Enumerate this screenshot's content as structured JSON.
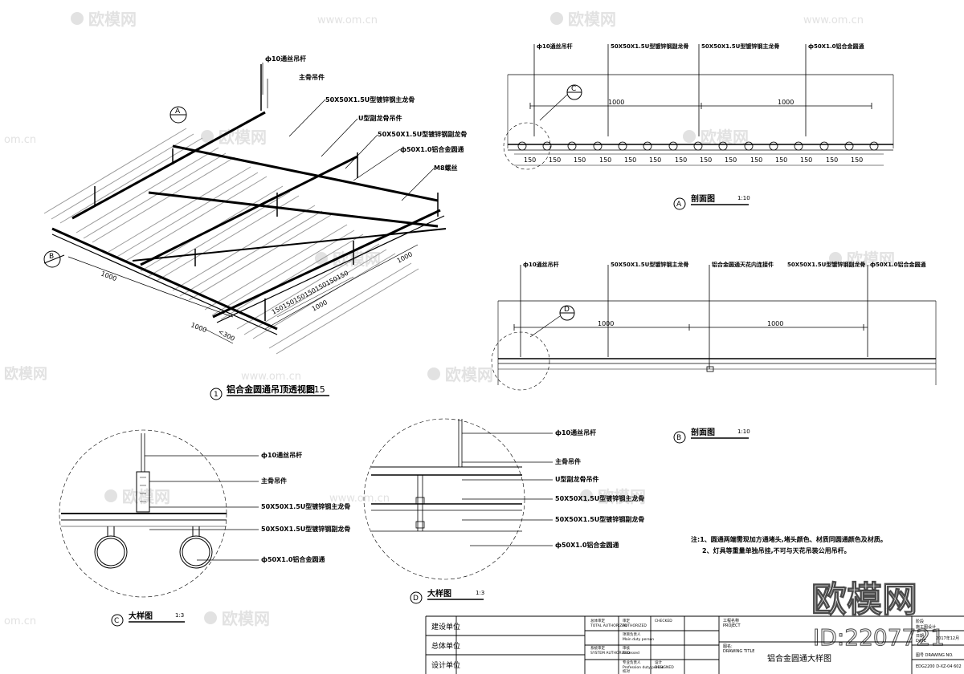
{
  "watermark": {
    "brand": "欧模网",
    "site": "www.om.cn",
    "site_short": "om.cn",
    "big_brand": "欧模网",
    "id_label": "ID:2207721"
  },
  "iso_view": {
    "labels": [
      "ф10通丝吊杆",
      "主骨吊件",
      "50X50X1.5U型镀锌钢主龙骨",
      "U型副龙骨吊件",
      "50X50X1.5U型镀锌钢副龙骨",
      "ф50X1.0铝合金圆通",
      "M8螺丝"
    ],
    "dims": [
      "1000",
      "1000",
      "1000",
      "1000",
      "<300"
    ],
    "spacing_label": "150150150150150150150",
    "section_A": "A",
    "section_B": "B",
    "title": "铝合金圆通吊顶透视图",
    "scale": "1:15",
    "number": "1"
  },
  "section_a": {
    "labels": [
      "ф10通丝吊杆",
      "50X50X1.5U型镀锌钢副龙骨",
      "50X50X1.5U型镀锌钢主龙骨",
      "ф50X1.0铝合金圆通"
    ],
    "dims_top": [
      "1000",
      "1000"
    ],
    "dims_bottom": [
      "150",
      "150",
      "150",
      "150",
      "150",
      "150",
      "150",
      "150",
      "150",
      "150",
      "150",
      "150",
      "150",
      "150"
    ],
    "detail_mark": "C",
    "title": "剖面图",
    "scale": "1:10",
    "letter": "A"
  },
  "section_b": {
    "labels": [
      "ф10通丝吊杆",
      "50X50X1.5U型镀锌钢主龙骨",
      "铝合金圆通天花内连接件",
      "50X50X1.5U型镀锌钢副龙骨",
      "ф50X1.0铝合金圆通"
    ],
    "dims_top": [
      "1000",
      "1000"
    ],
    "detail_mark": "D",
    "title": "剖面图",
    "scale": "1:10",
    "letter": "B"
  },
  "detail_c": {
    "labels": [
      "ф10通丝吊杆",
      "主骨吊件",
      "50X50X1.5U型镀锌钢主龙骨",
      "50X50X1.5U型镀锌钢副龙骨",
      "ф50X1.0铝合金圆通"
    ],
    "title": "大样图",
    "scale": "1:3",
    "letter": "C"
  },
  "detail_d": {
    "labels": [
      "ф10通丝吊杆",
      "主骨吊件",
      "U型副龙骨吊件",
      "50X50X1.5U型镀锌钢主龙骨",
      "50X50X1.5U型镀锌钢副龙骨",
      "ф50X1.0铝合金圆通"
    ],
    "title": "大样图",
    "scale": "1:3",
    "letter": "D"
  },
  "notes": [
    "注:1、圆通两端需现加方通堵头,堵头颜色、材质同圆通颜色及材质。",
    "2、灯具等重量单独吊挂,不可与天花吊装公用吊杆。"
  ],
  "title_block": {
    "row_labels": [
      "建设单位",
      "总体单位",
      "设计单位"
    ],
    "cells": [
      "总体审定",
      "TOTAL AUTHORIZED",
      "审定",
      "AUTHORIZED",
      "项目负责人",
      "Main duty person",
      "审核",
      "Assessed",
      "系统审定",
      "SYSTEM AUTHORIZED",
      "专业负责人",
      "Profession duty person",
      "校对",
      "CHECKED",
      "设计",
      "DESIGNED"
    ],
    "project_label": "工程名称",
    "project_en": "PROJECT",
    "drawing_label": "图名:",
    "drawing_en": "DRAWING TITLE",
    "drawing_title": "铝合金圆通大样图",
    "phase_label": "阶段",
    "phase_value": "施工图设计",
    "date_label": "日期",
    "date_en": "DATE",
    "date_value": "2017年12月",
    "drawing_no_label": "图号 DRAWING NO.",
    "drawing_no": "EDG2200 D-XZ-04 602"
  }
}
